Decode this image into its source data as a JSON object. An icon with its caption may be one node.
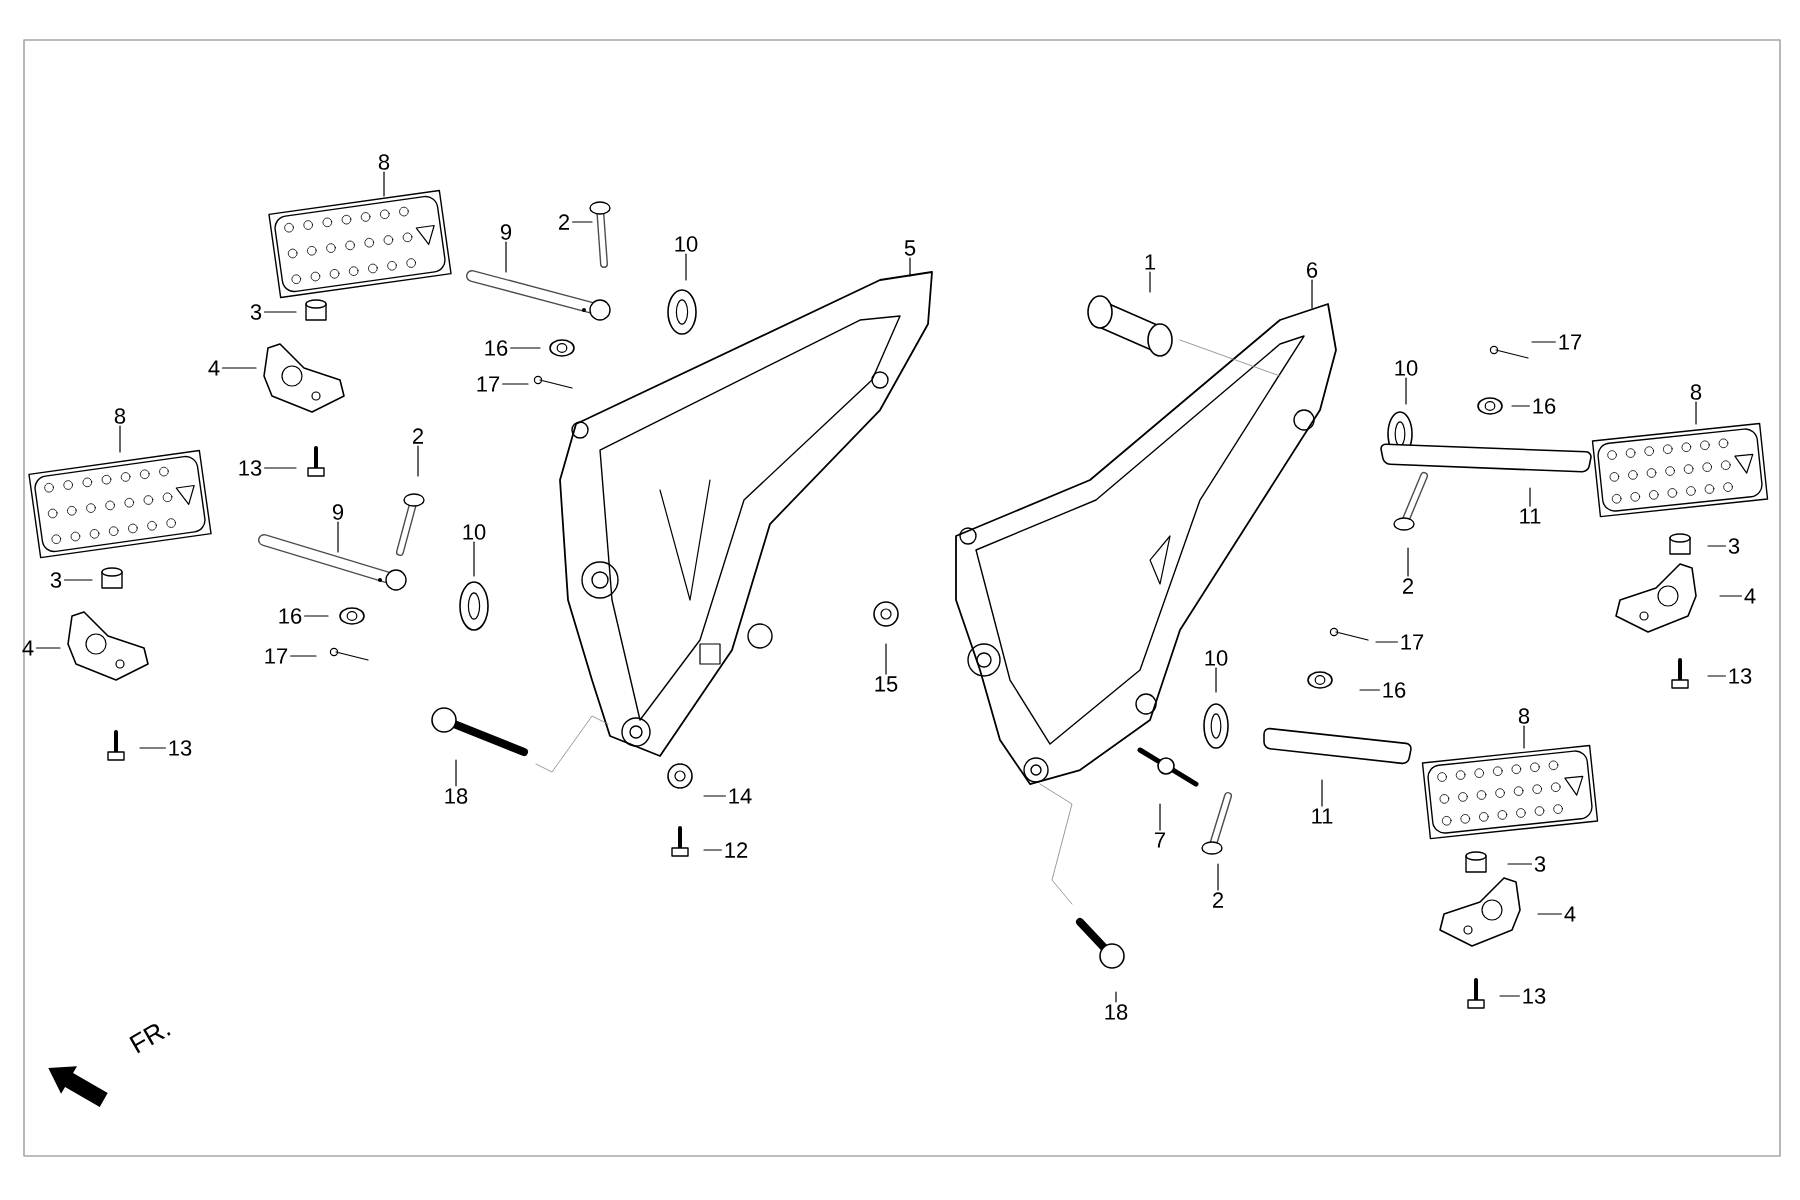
{
  "diagram": {
    "nodes": [
      {
        "text": [
          "8"
        ]
      },
      {
        "text": [
          "9"
        ]
      },
      {
        "text": [
          "2"
        ]
      },
      {
        "text": [
          "10"
        ]
      },
      {
        "text": [
          "5"
        ]
      },
      {
        "text": [
          "3"
        ]
      },
      {
        "text": [
          "4"
        ]
      },
      {
        "text": [
          "16"
        ]
      },
      {
        "text": [
          "17"
        ]
      },
      {
        "text": [
          "13"
        ]
      },
      {
        "text": [
          "8"
        ]
      },
      {
        "text": [
          "2"
        ]
      },
      {
        "text": [
          "9"
        ]
      },
      {
        "text": [
          "10"
        ]
      },
      {
        "text": [
          "3"
        ]
      },
      {
        "text": [
          "4"
        ]
      },
      {
        "text": [
          "16"
        ]
      },
      {
        "text": [
          "17"
        ]
      },
      {
        "text": [
          "13"
        ]
      },
      {
        "text": [
          "18"
        ]
      },
      {
        "text": [
          "14"
        ]
      },
      {
        "text": [
          "12"
        ]
      },
      {
        "text": [
          "15"
        ]
      },
      {
        "text": [
          "1"
        ]
      },
      {
        "text": [
          "6"
        ]
      },
      {
        "text": [
          "10"
        ]
      },
      {
        "text": [
          "17"
        ]
      },
      {
        "text": [
          "16"
        ]
      },
      {
        "text": [
          "8"
        ]
      },
      {
        "text": [
          "11"
        ]
      },
      {
        "text": [
          "2"
        ]
      },
      {
        "text": [
          "3"
        ]
      },
      {
        "text": [
          "4"
        ]
      },
      {
        "text": [
          "13"
        ]
      },
      {
        "text": [
          "17"
        ]
      },
      {
        "text": [
          "16"
        ]
      },
      {
        "text": [
          "10"
        ]
      },
      {
        "text": [
          "8"
        ]
      },
      {
        "text": [
          "11"
        ]
      },
      {
        "text": [
          "7"
        ]
      },
      {
        "text": [
          "3"
        ]
      },
      {
        "text": [
          "2"
        ]
      },
      {
        "text": [
          "4"
        ]
      },
      {
        "text": [
          "13"
        ]
      },
      {
        "text": [
          "18"
        ]
      }
    ],
    "edges": [
      {
        "from": 0,
        "to": null,
        "arrow": "none"
      },
      {
        "from": 1,
        "to": null,
        "arrow": "none"
      },
      {
        "from": 2,
        "to": null,
        "arrow": "none"
      },
      {
        "from": 3,
        "to": null,
        "arrow": "none"
      },
      {
        "from": 4,
        "to": null,
        "arrow": "none"
      },
      {
        "from": 5,
        "to": null,
        "arrow": "none"
      },
      {
        "from": 6,
        "to": null,
        "arrow": "none"
      },
      {
        "from": 7,
        "to": null,
        "arrow": "none"
      },
      {
        "from": 8,
        "to": null,
        "arrow": "none"
      },
      {
        "from": 9,
        "to": null,
        "arrow": "none"
      },
      {
        "from": 10,
        "to": null,
        "arrow": "none"
      },
      {
        "from": 11,
        "to": null,
        "arrow": "none"
      },
      {
        "from": 12,
        "to": null,
        "arrow": "none"
      },
      {
        "from": 13,
        "to": null,
        "arrow": "none"
      },
      {
        "from": 14,
        "to": null,
        "arrow": "none"
      },
      {
        "from": 15,
        "to": null,
        "arrow": "none"
      },
      {
        "from": 16,
        "to": null,
        "arrow": "none"
      },
      {
        "from": 17,
        "to": null,
        "arrow": "none"
      },
      {
        "from": 18,
        "to": null,
        "arrow": "none"
      },
      {
        "from": 19,
        "to": null,
        "arrow": "none"
      },
      {
        "from": 20,
        "to": null,
        "arrow": "none"
      },
      {
        "from": 21,
        "to": null,
        "arrow": "none"
      },
      {
        "from": 22,
        "to": null,
        "arrow": "none"
      },
      {
        "from": 23,
        "to": null,
        "arrow": "none"
      },
      {
        "from": 24,
        "to": null,
        "arrow": "none"
      },
      {
        "from": 25,
        "to": null,
        "arrow": "none"
      },
      {
        "from": 26,
        "to": null,
        "arrow": "none"
      },
      {
        "from": 27,
        "to": null,
        "arrow": "none"
      },
      {
        "from": 28,
        "to": null,
        "arrow": "none"
      },
      {
        "from": 29,
        "to": null,
        "arrow": "none"
      },
      {
        "from": 30,
        "to": null,
        "arrow": "none"
      },
      {
        "from": 31,
        "to": null,
        "arrow": "none"
      },
      {
        "from": 32,
        "to": null,
        "arrow": "none"
      },
      {
        "from": 33,
        "to": null,
        "arrow": "none"
      },
      {
        "from": 34,
        "to": null,
        "arrow": "none"
      },
      {
        "from": 35,
        "to": null,
        "arrow": "none"
      },
      {
        "from": 36,
        "to": null,
        "arrow": "none"
      },
      {
        "from": 37,
        "to": null,
        "arrow": "none"
      },
      {
        "from": 38,
        "to": null,
        "arrow": "none"
      },
      {
        "from": 39,
        "to": null,
        "arrow": "none"
      },
      {
        "from": 40,
        "to": null,
        "arrow": "none"
      },
      {
        "from": 41,
        "to": null,
        "arrow": "none"
      },
      {
        "from": 42,
        "to": null,
        "arrow": "none"
      },
      {
        "from": 43,
        "to": null,
        "arrow": "none"
      },
      {
        "from": 44,
        "to": null,
        "arrow": "none"
      }
    ],
    "labels": [
      "FR."
    ]
  }
}
